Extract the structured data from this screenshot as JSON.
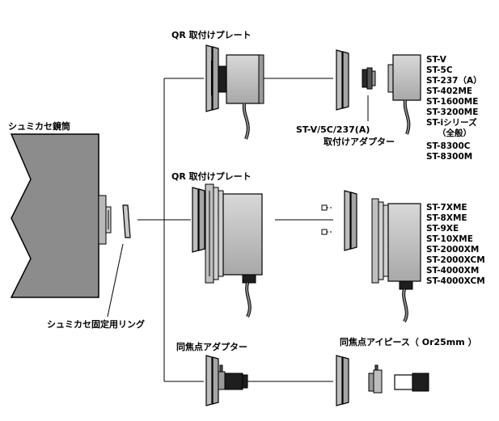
{
  "labels": {
    "scope_title": "シュミカセ鏡筒",
    "qr_plate_top": "QR 取付けプレート",
    "qr_plate_mid": "QR 取付けプレート",
    "adapter_label_1": "ST-V/5C/237(A)",
    "adapter_label_2": "取付けアダプター",
    "ring_label": "シュミカセ固定用リング",
    "parfocal_adapter": "同焦点アダプター",
    "parfocal_eyepiece": "同焦点アイピース（ Or25mm ）"
  },
  "models_top": [
    "ST-V",
    "ST-5C",
    "ST-237（A）",
    "ST-402ME",
    "ST-1600ME",
    "ST-3200ME",
    "ST-iシリーズ",
    "（全般）",
    "ST-8300C",
    "ST-8300M"
  ],
  "models_mid": [
    "ST-7XME",
    "ST-8XME",
    "ST-9XE",
    "ST-10XME",
    "ST-2000XM",
    "ST-2000XCM",
    "ST-4000XM",
    "ST-4000XCM"
  ],
  "colors": {
    "body_fill": "#8c8c8c",
    "plate_fill": "#bdbdbd",
    "dark_fill": "#2a2a2a",
    "stroke": "#000000"
  }
}
